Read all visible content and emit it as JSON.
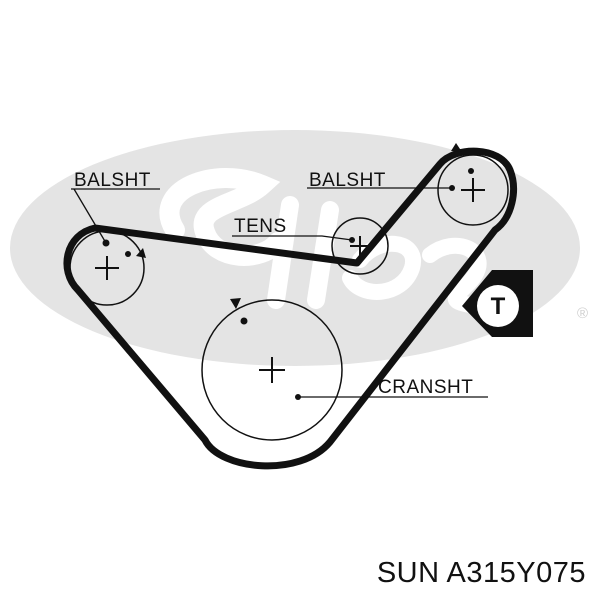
{
  "labels": {
    "balsht_left": "BALSHT",
    "balsht_right": "BALSHT",
    "tens": "TENS",
    "cranksht": "CRANSHT"
  },
  "badge": {
    "letter": "T"
  },
  "caption": "SUN A315Y075",
  "colors": {
    "ink": "#111111",
    "watermark": "#e4e4e4"
  },
  "icons": {
    "watermark": "gates-logo-watermark",
    "registered": "®"
  }
}
